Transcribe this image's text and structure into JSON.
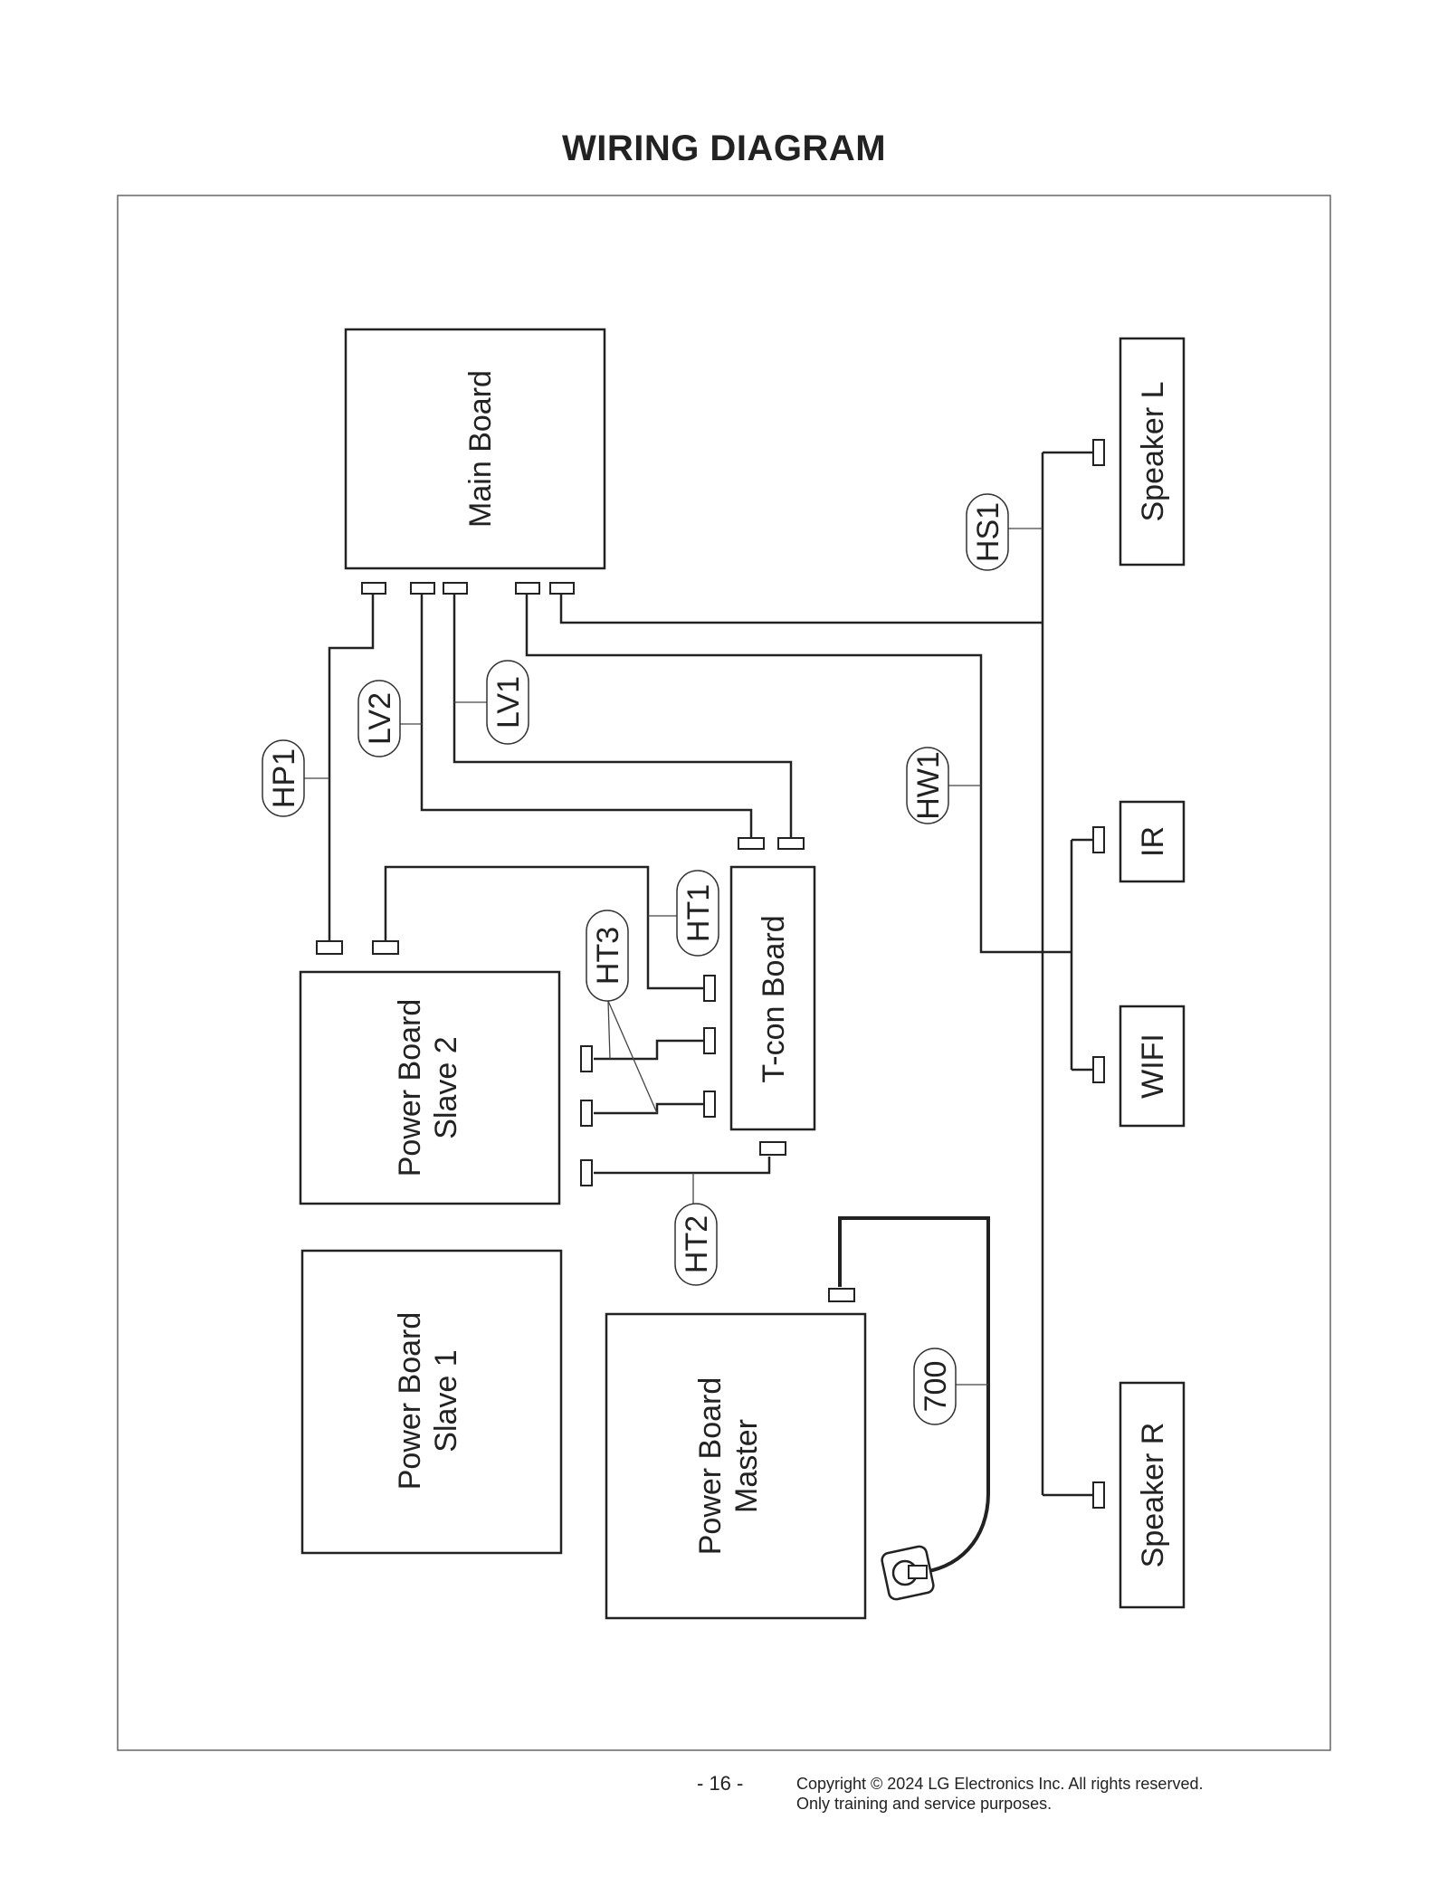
{
  "page": {
    "title": "WIRING DIAGRAM",
    "page_number": "- 16 -",
    "copyright_line1": "Copyright © 2024 LG Electronics Inc. All rights reserved.",
    "copyright_line2": "Only training and service purposes."
  },
  "components": {
    "main_board": "Main Board",
    "tcon_board": "T-con Board",
    "power_slave2_line1": "Power Board",
    "power_slave2_line2": "Slave 2",
    "power_slave1_line1": "Power Board",
    "power_slave1_line2": "Slave 1",
    "power_master_line1": "Power Board",
    "power_master_line2": "Master",
    "speaker_l": "Speaker L",
    "speaker_r": "Speaker R",
    "ir": "IR",
    "wifi": "WIFI"
  },
  "wires": {
    "hs1": "HS1",
    "hw1": "HW1",
    "hp1": "HP1",
    "lv2": "LV2",
    "lv1": "LV1",
    "ht1": "HT1",
    "ht2": "HT2",
    "ht3": "HT3",
    "w700": "700"
  }
}
